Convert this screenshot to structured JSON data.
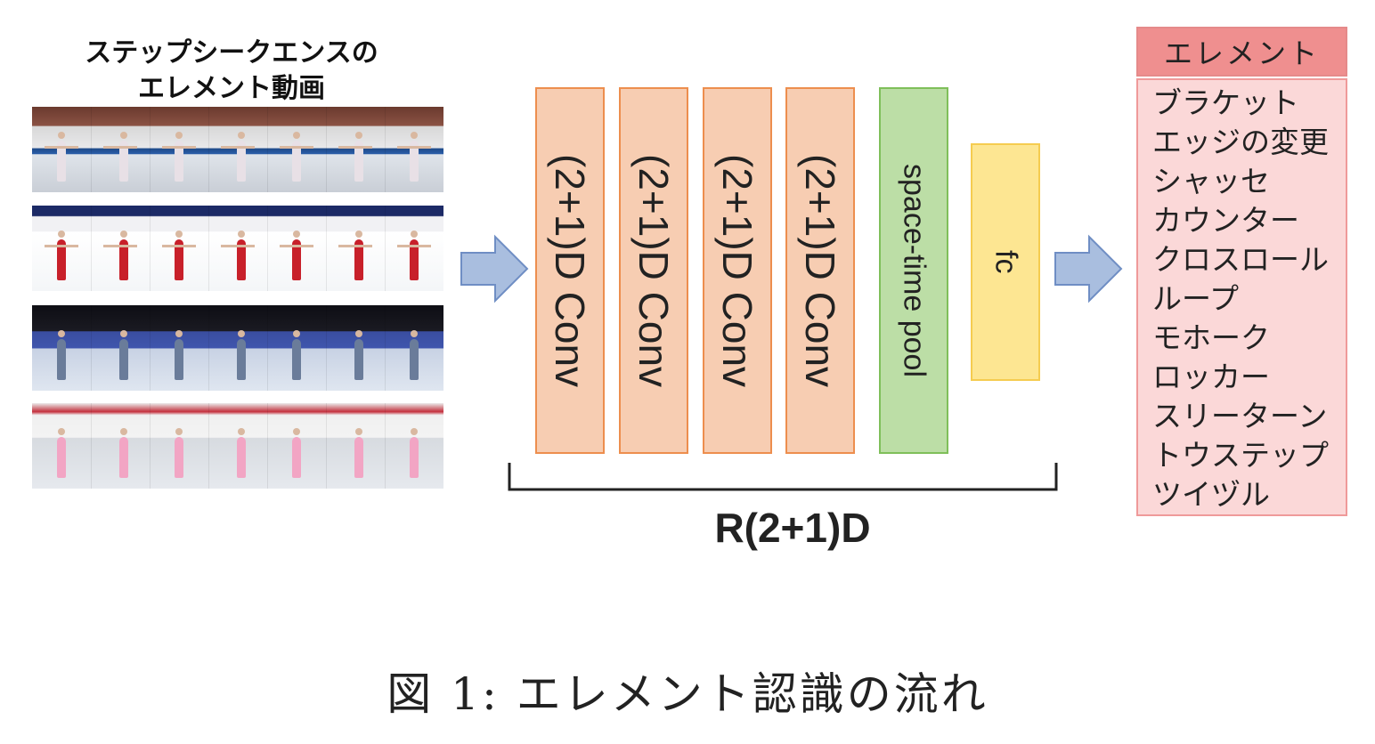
{
  "video": {
    "title_line1": "ステップシークエンスの",
    "title_line2": "エレメント動画"
  },
  "model": {
    "blocks": [
      {
        "label": "(2+1)D Conv",
        "color": "#f7cdb2",
        "border": "#ed8e4e"
      },
      {
        "label": "(2+1)D Conv",
        "color": "#f7cdb2",
        "border": "#ed8e4e"
      },
      {
        "label": "(2+1)D Conv",
        "color": "#f7cdb2",
        "border": "#ed8e4e"
      },
      {
        "label": "(2+1)D Conv",
        "color": "#f7cdb2",
        "border": "#ed8e4e"
      }
    ],
    "pool_label": "space-time pool",
    "fc_label": "fc",
    "name": "R(2+1)D"
  },
  "elements": {
    "header": "エレメント",
    "items": [
      "ブラケット",
      "エッジの変更",
      "シャッセ",
      "カウンター",
      "クロスロール",
      "ループ",
      "モホーク",
      "ロッカー",
      "スリーターン",
      "トウステップ",
      "ツイヅル"
    ]
  },
  "caption": "図 1:  エレメント認識の流れ",
  "colors": {
    "arrow": "#a9bedf",
    "arrow_border": "#6f8ec4",
    "pool": "#bcdea6",
    "fc": "#fde692",
    "elements_header": "#ef8f8f",
    "elements_body": "#fbd8d8"
  }
}
